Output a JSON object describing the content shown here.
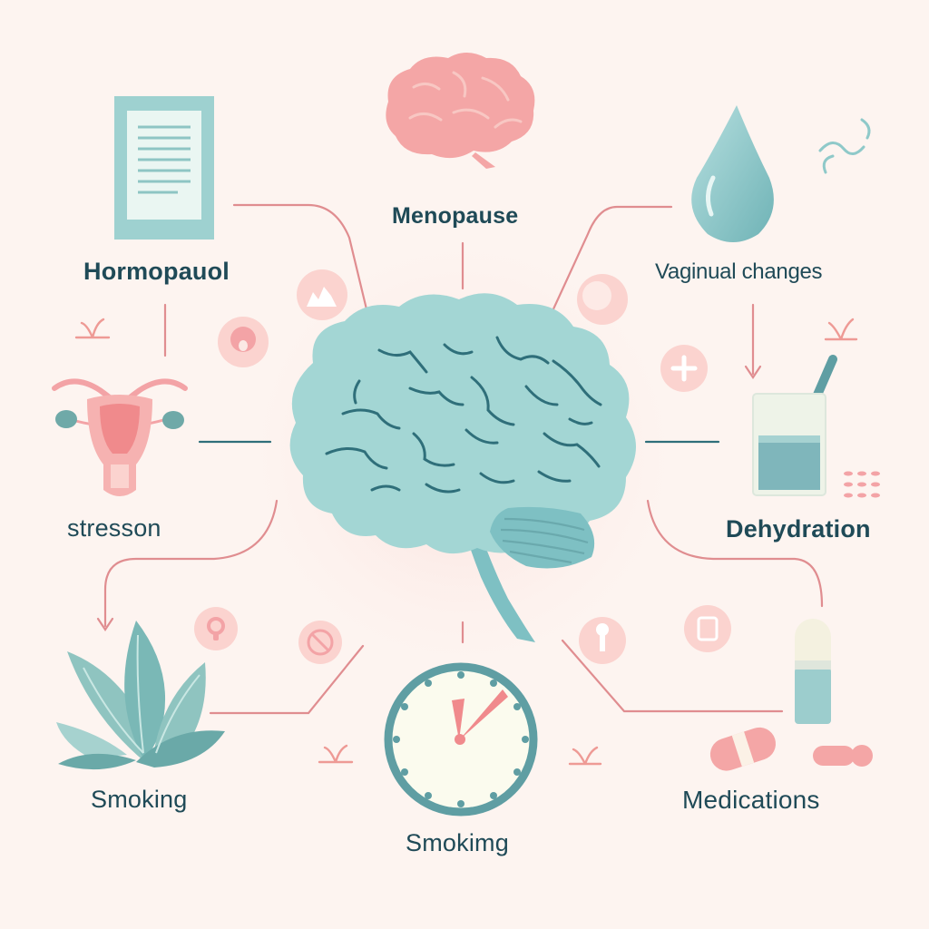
{
  "labels": {
    "menopause": "Menopause",
    "hormopauol": "Hormopauol",
    "vaginal_changes": "Vaginual changes",
    "stresson": "stresson",
    "dehydration": "Dehydration",
    "smoking_left": "Smoking",
    "smoking_bottom": "Smokimg",
    "medications": "Medications"
  },
  "icons": {
    "center": "brain-icon",
    "top": "small-brain-icon",
    "top_left": "document-icon",
    "top_right": "water-drop-icon",
    "left": "uterus-icon",
    "right": "water-glass-icon",
    "bottom_left": "leaf-plant-icon",
    "bottom": "clock-icon",
    "bottom_right": "pills-icon"
  },
  "colors": {
    "background": "#fdf4f0",
    "teal": "#8fc9c9",
    "teal_dark": "#2f6f7a",
    "pink": "#f3a3a6",
    "pink_light": "#fbd3cf",
    "line": "#e08d90",
    "text": "#1f4a57"
  }
}
